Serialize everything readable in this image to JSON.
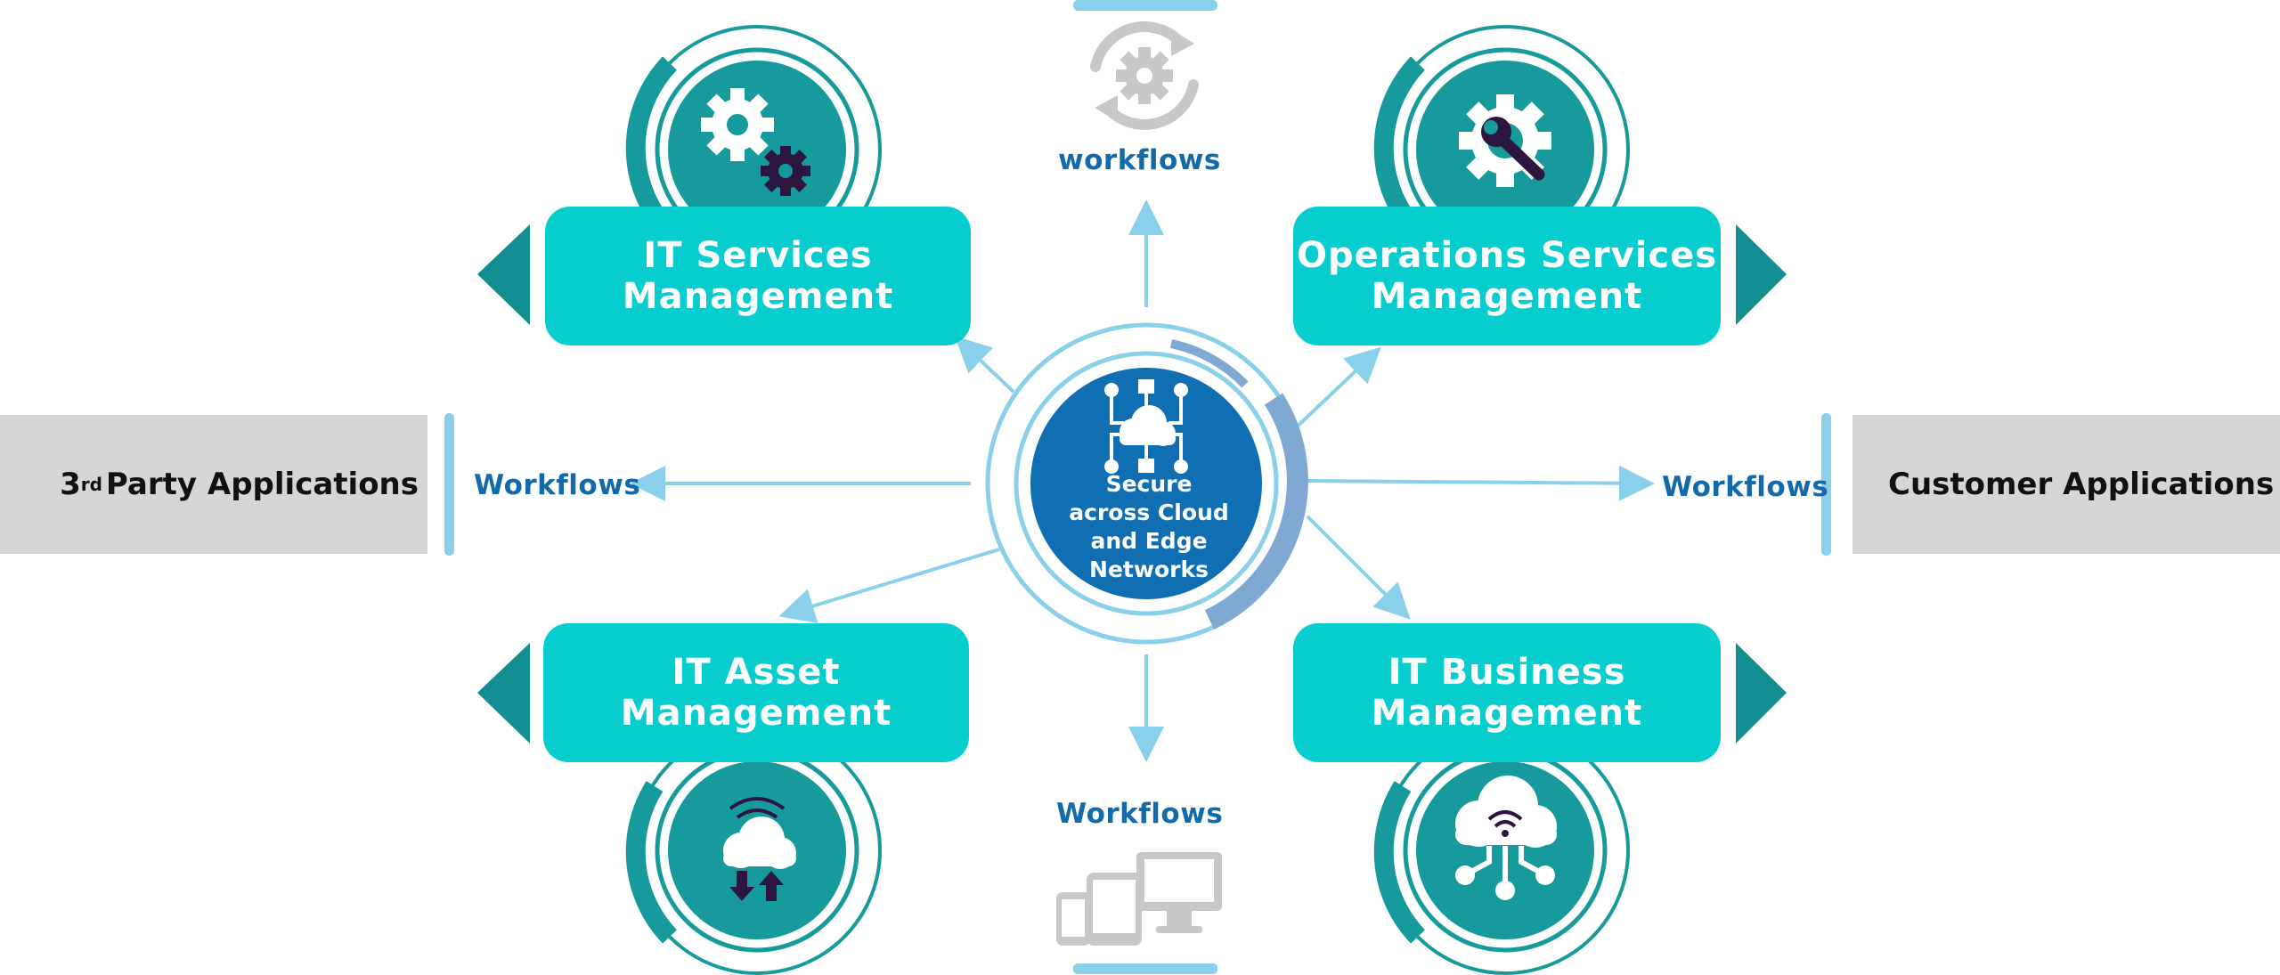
{
  "colors": {
    "teal_box": "#08CDCF",
    "teal_dark": "#128E93",
    "teal_circle": "#169A9C",
    "blue_center": "#0F6FB2",
    "light_blue": "#8BD0EA",
    "steel_blue": "#7FA9D2",
    "label_blue": "#136AAB",
    "panel_gray": "#D6D6D6",
    "icon_dark": "#2C1640",
    "icon_gray": "#C8C8C8"
  },
  "center": {
    "icon": "cloud-network-icon",
    "line1": "Secure",
    "line2": "across Cloud",
    "line3": "and Edge",
    "line4": "Networks"
  },
  "boxes": {
    "it_services": {
      "line1": "IT Services",
      "line2": "Management",
      "icon": "gears-icon"
    },
    "operations_services": {
      "line1": "Operations Services",
      "line2": "Management",
      "icon": "gear-wrench-icon"
    },
    "it_asset": {
      "line1": "IT Asset",
      "line2": "Management",
      "icon": "cloud-wifi-transfer-icon"
    },
    "it_business": {
      "line1": "IT Business",
      "line2": "Management",
      "icon": "cloud-wifi-network-icon"
    }
  },
  "workflow_labels": {
    "top": "workflows",
    "bottom": "Workflows",
    "left": "Workflows",
    "right": "Workflows"
  },
  "panels": {
    "left_prefix": "3",
    "left_sup": "rd",
    "left_rest": "Party Applications",
    "right": "Customer Applications"
  },
  "decor_icons": {
    "top": "gear-sync-icon",
    "bottom": "devices-icon"
  }
}
